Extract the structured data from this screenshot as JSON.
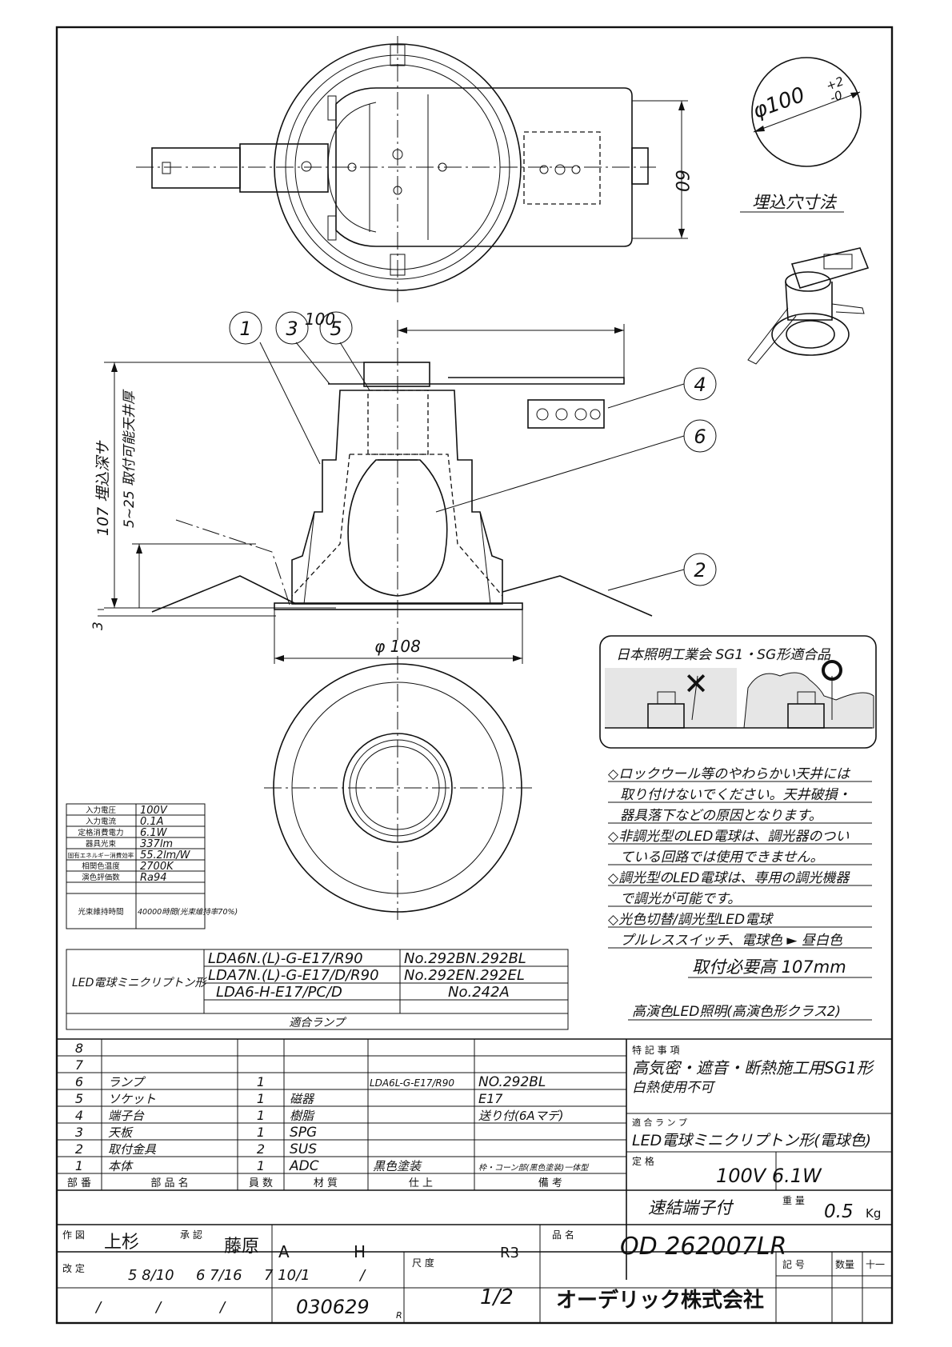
{
  "dims": {
    "hole_dia": "φ100",
    "hole_tol_plus": "+2",
    "hole_tol_minus": "-0",
    "hole_caption": "埋込穴寸法",
    "dim_60": "60",
    "dim_100": "100",
    "dim_108": "φ 108",
    "dim_107": "107 埋込深サ",
    "dim_525": "5~25 取付可能天井厚",
    "dim_3": "3"
  },
  "balloons": [
    "1",
    "3",
    "5",
    "4",
    "6",
    "2"
  ],
  "sg_box": {
    "title": "日本照明工業会 SG1・SG形適合品",
    "mark_ng": "✕",
    "mark_ok": "○"
  },
  "notes": [
    "◇ロックウール等のやわらかい天井には",
    "取り付けないでください。天井破損・",
    "器具落下などの原因となります。",
    "◇非調光型のLED電球は、調光器のつい",
    "ている回路では使用できません。",
    "◇調光型のLED電球は、専用の調光機器",
    "で調光が可能です。",
    "◇光色切替/調光型LED電球",
    "プルレススイッチ、電球色 ► 昼白色"
  ],
  "mount_height": "取付必要高  107mm",
  "high_cri": "高演色LED照明(高演色形クラス2)",
  "spec_table": [
    [
      "入力電圧",
      "100V"
    ],
    [
      "入力電流",
      "0.1A"
    ],
    [
      "定格消費電力",
      "6.1W"
    ],
    [
      "器具光束",
      "337lm"
    ],
    [
      "固有エネルギー消費効率",
      "55.2lm/W"
    ],
    [
      "相関色温度",
      "2700K"
    ],
    [
      "演色評価数",
      "Ra94"
    ],
    [
      "光束維持時間",
      "40000時間(光束維持率70%)"
    ]
  ],
  "lamp_table": {
    "label": "LED電球ミニクリプトン形",
    "rows": [
      [
        "LDA6N.(L)-G-E17/R90",
        "No.292BN.292BL"
      ],
      [
        "LDA7N.(L)-G-E17/D/R90",
        "No.292EN.292EL"
      ],
      [
        "LDA6-H-E17/PC/D",
        "No.242A"
      ]
    ],
    "footer": "適合ランプ"
  },
  "parts": {
    "headers": [
      "部 番",
      "部 品 名",
      "員 数",
      "材 質",
      "仕 上",
      "備 考"
    ],
    "rows": [
      [
        "8",
        "",
        "",
        "",
        "",
        ""
      ],
      [
        "7",
        "",
        "",
        "",
        "",
        ""
      ],
      [
        "6",
        "ランプ",
        "1",
        "",
        "LDA6L-G-E17/R90",
        "NO.292BL"
      ],
      [
        "5",
        "ソケット",
        "1",
        "磁器",
        "",
        "E17"
      ],
      [
        "4",
        "端子台",
        "1",
        "樹脂",
        "",
        "送り付(6Aマデ)"
      ],
      [
        "3",
        "天板",
        "1",
        "SPG",
        "",
        ""
      ],
      [
        "2",
        "取付金具",
        "2",
        "SUS",
        "",
        ""
      ],
      [
        "1",
        "本体",
        "1",
        "ADC",
        "黒色塗装",
        "枠・コーン部(黒色塗装)一体型"
      ]
    ]
  },
  "special": {
    "label": "特 記 事 項",
    "line1": "高気密・遮音・断熱施工用SG1形",
    "line2": "白熱使用不可",
    "lamp_label": "適 合 ラ ン プ",
    "lamp_value": "LED電球ミニクリプトン形(電球色)",
    "rating_label": "定 格",
    "rating_value": "100V 6.1W",
    "terminal": "速結端子付",
    "weight_label": "重 量",
    "weight_value": "0.5",
    "weight_unit": "Kg"
  },
  "title_block": {
    "drawn_label": "作 図",
    "drawn_by": "上杉",
    "approved_label": "承 認",
    "approved_by": "藤原",
    "rev_a": "A",
    "rev_h": "H",
    "rev_r": "R3",
    "product_label": "品 名",
    "product": "OD 262007LR",
    "revised_label": "改 定",
    "rev1": "5 8/10",
    "rev2": "6 7/16",
    "rev3": "7 10/1",
    "rev4": "/",
    "slash1": "/",
    "slash2": "/",
    "slash3": "/",
    "code": "030629",
    "code_suffix": "R",
    "scale_label": "尺 度",
    "scale": "1/2",
    "company": "オーデリック株式会社",
    "mark_label": "記 号",
    "qty_label": "数量",
    "dash": "十一"
  }
}
